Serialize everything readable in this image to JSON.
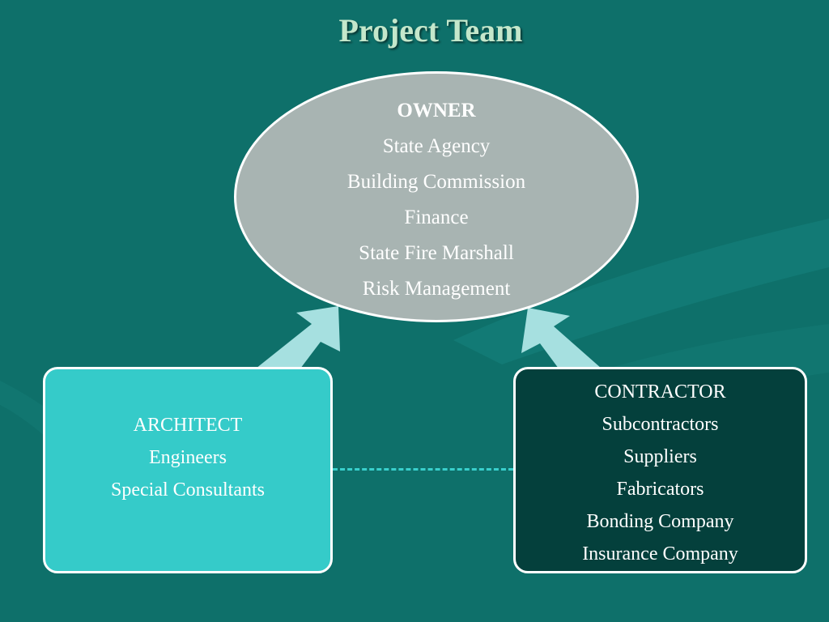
{
  "title": "Project Team",
  "owner": {
    "heading": "OWNER",
    "items": [
      "State Agency",
      "Building Commission",
      "Finance",
      "State Fire Marshall",
      "Risk Management"
    ]
  },
  "architect": {
    "items": [
      "ARCHITECT",
      "Engineers",
      "Special Consultants"
    ]
  },
  "contractor": {
    "items": [
      "CONTRACTOR",
      "Subcontractors",
      "Suppliers",
      "Fabricators",
      "Bonding Company",
      "Insurance Company"
    ]
  },
  "colors": {
    "background": "#0e706a",
    "owner_fill": "#a8b4b2",
    "architect_fill": "#35cbc9",
    "contractor_fill": "#04403c",
    "arrow_fill": "#a6e0e0",
    "title_text": "#c4e7cb"
  }
}
